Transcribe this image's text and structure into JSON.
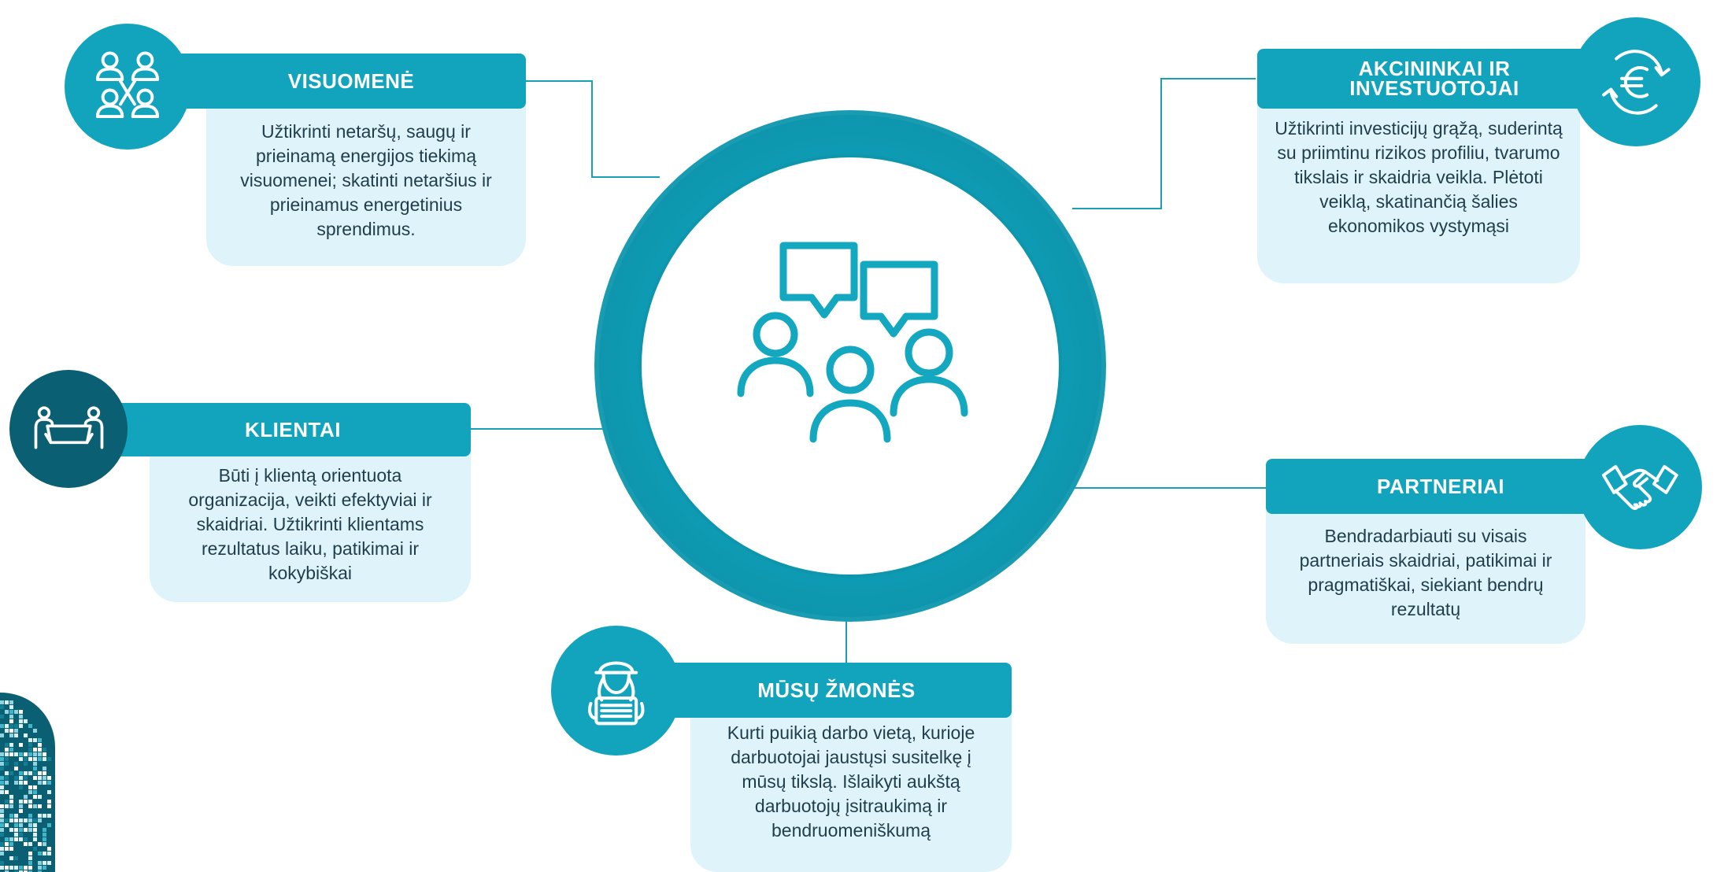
{
  "hub": {
    "icon": "people-conversation-icon"
  },
  "nodes": [
    {
      "id": "visuomene",
      "title": "VISUOMENĖ",
      "icon": "community-people-icon",
      "text": "Užtikrinti netaršų, saugų ir prieinamą energijos tiekimą visuomenei; skatinti netaršius ir prieinamus energetinius sprendimus."
    },
    {
      "id": "akcininkai",
      "title": "AKCININKAI IR INVESTUOTOJAI",
      "icon": "euro-exchange-icon",
      "text": "Užtikrinti investicijų grąžą, suderintą su priimtinu rizikos profiliu, tvarumo tikslais ir skaidria veikla. Plėtoti veiklą, skatinančią šalies ekonomikos vystymąsi"
    },
    {
      "id": "klientai",
      "title": "KLIENTAI",
      "icon": "clients-table-icon",
      "text": "Būti į klientą orientuota organizacija, veikti efektyviai ir skaidriai. Užtikrinti klientams rezultatus laiku, patikimai ir kokybiškai"
    },
    {
      "id": "partneriai",
      "title": "PARTNERIAI",
      "icon": "handshake-icon",
      "text": "Bendradarbiauti su visais partneriais skaidriai, patikimai ir pragmatiškai, siekiant bendrų rezultatų"
    },
    {
      "id": "zmones",
      "title": "MŪSŲ ŽMONĖS",
      "icon": "worker-helmet-icon",
      "text": "Kurti puikią darbo vietą, kurioje darbuotojai jaustųsi susitelkę į mūsų tikslą. Išlaikyti aukštą darbuotojų įsitraukimą ir bendruomeniškumą"
    }
  ],
  "colors": {
    "primary": "#12a4bd",
    "card_bg": "#dff4fa",
    "text": "#1f3d4a",
    "dark": "#0b5f73"
  }
}
